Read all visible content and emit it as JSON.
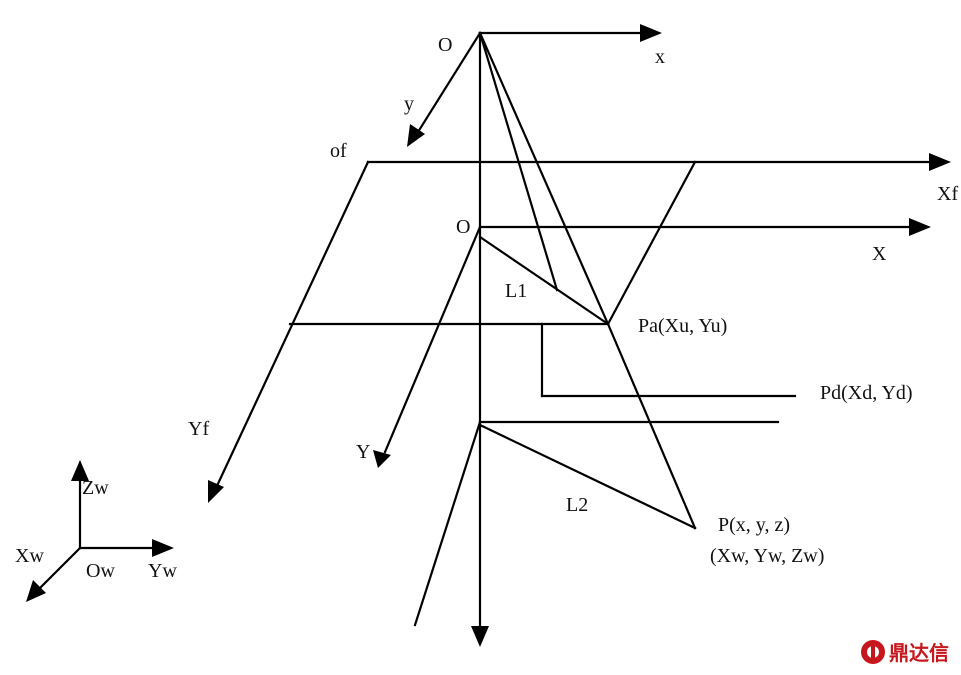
{
  "labels": {
    "origin_camera": "O",
    "axis_x_camera": "x",
    "axis_y_camera": "y",
    "origin_image": "of",
    "axis_xf": "Xf",
    "axis_yf": "Yf",
    "origin_sensor": "O",
    "axis_x_sensor": "X",
    "axis_y_sensor": "Y",
    "line_l1": "L1",
    "line_l2": "L2",
    "point_pa": "Pa(Xu, Yu)",
    "point_pd": "Pd(Xd, Yd)",
    "point_p": "P(x, y, z)",
    "point_p_world": "(Xw, Yw, Zw)",
    "world_z": "Zw",
    "world_x": "Xw",
    "world_origin": "Ow",
    "world_y": "Yw"
  },
  "watermark": {
    "text": "鼎达信",
    "color": "#c8161d"
  }
}
